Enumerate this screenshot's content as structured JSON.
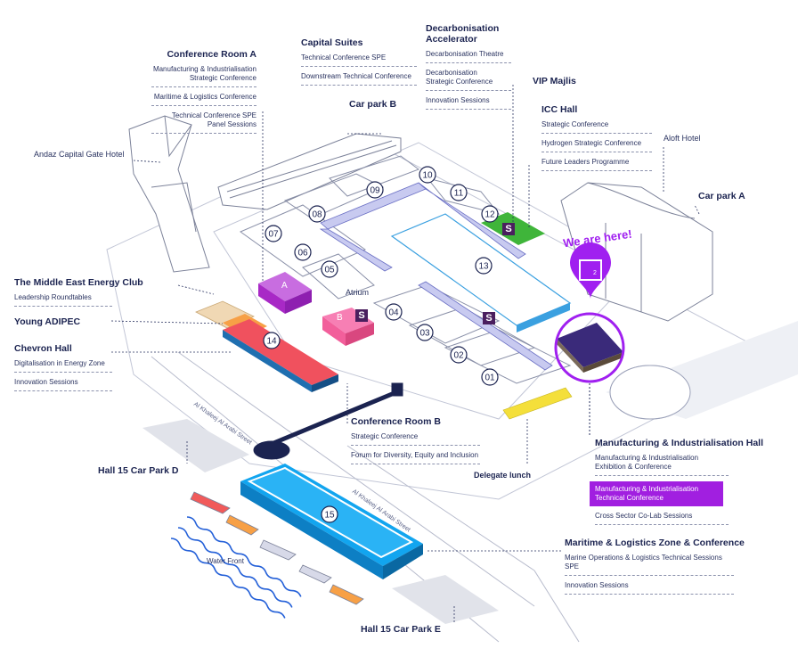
{
  "venue_labels": {
    "conference_room_a": {
      "title": "Conference Room A",
      "items": [
        "Manufacturing & Industrialisation\nStrategic Conference",
        "Maritime & Logistics Conference",
        "Technical Conference SPE\nPanel Sessions"
      ]
    },
    "capital_suites": {
      "title": "Capital Suites",
      "items": [
        "Technical Conference SPE",
        "Downstream Technical Conference"
      ]
    },
    "decarbonisation_accelerator": {
      "title": "Decarbonisation\nAccelerator",
      "items": [
        "Decarbonisation Theatre",
        "Decarbonisation\nStrategic Conference",
        "Innovation Sessions"
      ]
    },
    "vip_majlis": {
      "title": "VIP Majlis"
    },
    "icc_hall": {
      "title": "ICC Hall",
      "items": [
        "Strategic Conference",
        "Hydrogen Strategic Conference",
        "Future Leaders Programme"
      ]
    },
    "car_park_b": {
      "title": "Car park B"
    },
    "car_park_a": {
      "title": "Car park A"
    },
    "aloft_hotel": {
      "title": "Aloft Hotel"
    },
    "andaz_hotel": {
      "title": "Andaz Capital Gate Hotel"
    },
    "middle_east_energy_club": {
      "title": "The Middle East Energy Club",
      "items": [
        "Leadership Roundtables"
      ]
    },
    "young_adipec": {
      "title": "Young ADIPEC"
    },
    "chevron_hall": {
      "title": "Chevron Hall",
      "items": [
        "Digitalisation in Energy Zone",
        "Innovation Sessions"
      ]
    },
    "conference_room_b": {
      "title": "Conference Room B",
      "items": [
        "Strategic Conference",
        "Forum for Diversity, Equity and Inclusion"
      ]
    },
    "hall15_car_park_d": {
      "title": "Hall 15 Car Park D"
    },
    "hall15_car_park_e": {
      "title": "Hall 15 Car Park E"
    },
    "delegate_lunch": {
      "title": "Delegate lunch"
    },
    "manufacturing_hall": {
      "title": "Manufacturing & Industrialisation Hall",
      "items": [
        "Manufacturing & Industrialisation\nExhibition & Conference",
        "Manufacturing & Industrialisation\nTechnical Conference",
        "Cross Sector Co-Lab Sessions"
      ],
      "highlight_index": 1
    },
    "maritime_zone": {
      "title": "Maritime & Logistics Zone & Conference",
      "items": [
        "Marine Operations & Logistics Technical Sessions SPE",
        "Innovation Sessions"
      ]
    },
    "water_front": "Water Front",
    "atrium": "Atrium"
  },
  "streets": [
    "Al Khaleej Al Arabi Street",
    "Al Khaleej Al Arabi Street"
  ],
  "halls": [
    "01",
    "02",
    "03",
    "04",
    "05",
    "06",
    "07",
    "08",
    "09",
    "10",
    "11",
    "12",
    "13",
    "14",
    "15"
  ],
  "markers": {
    "you_are_here": "We are here!",
    "you_are_here_badge": "2",
    "room_a_letter": "A",
    "room_b_letter": "B",
    "service_letter": "S"
  },
  "colors": {
    "navy": "#1b2350",
    "purple": "#a020f0",
    "lavender": "#c7c9ee",
    "hall14_red": "#f0515e",
    "hall15_blue": "#12a5ef",
    "vip_green": "#3fb53a",
    "room_a": "#a829c6",
    "room_b": "#f25f9b",
    "delegate_yellow": "#f4df3a",
    "manuf_hall": "#3a2a7a"
  }
}
